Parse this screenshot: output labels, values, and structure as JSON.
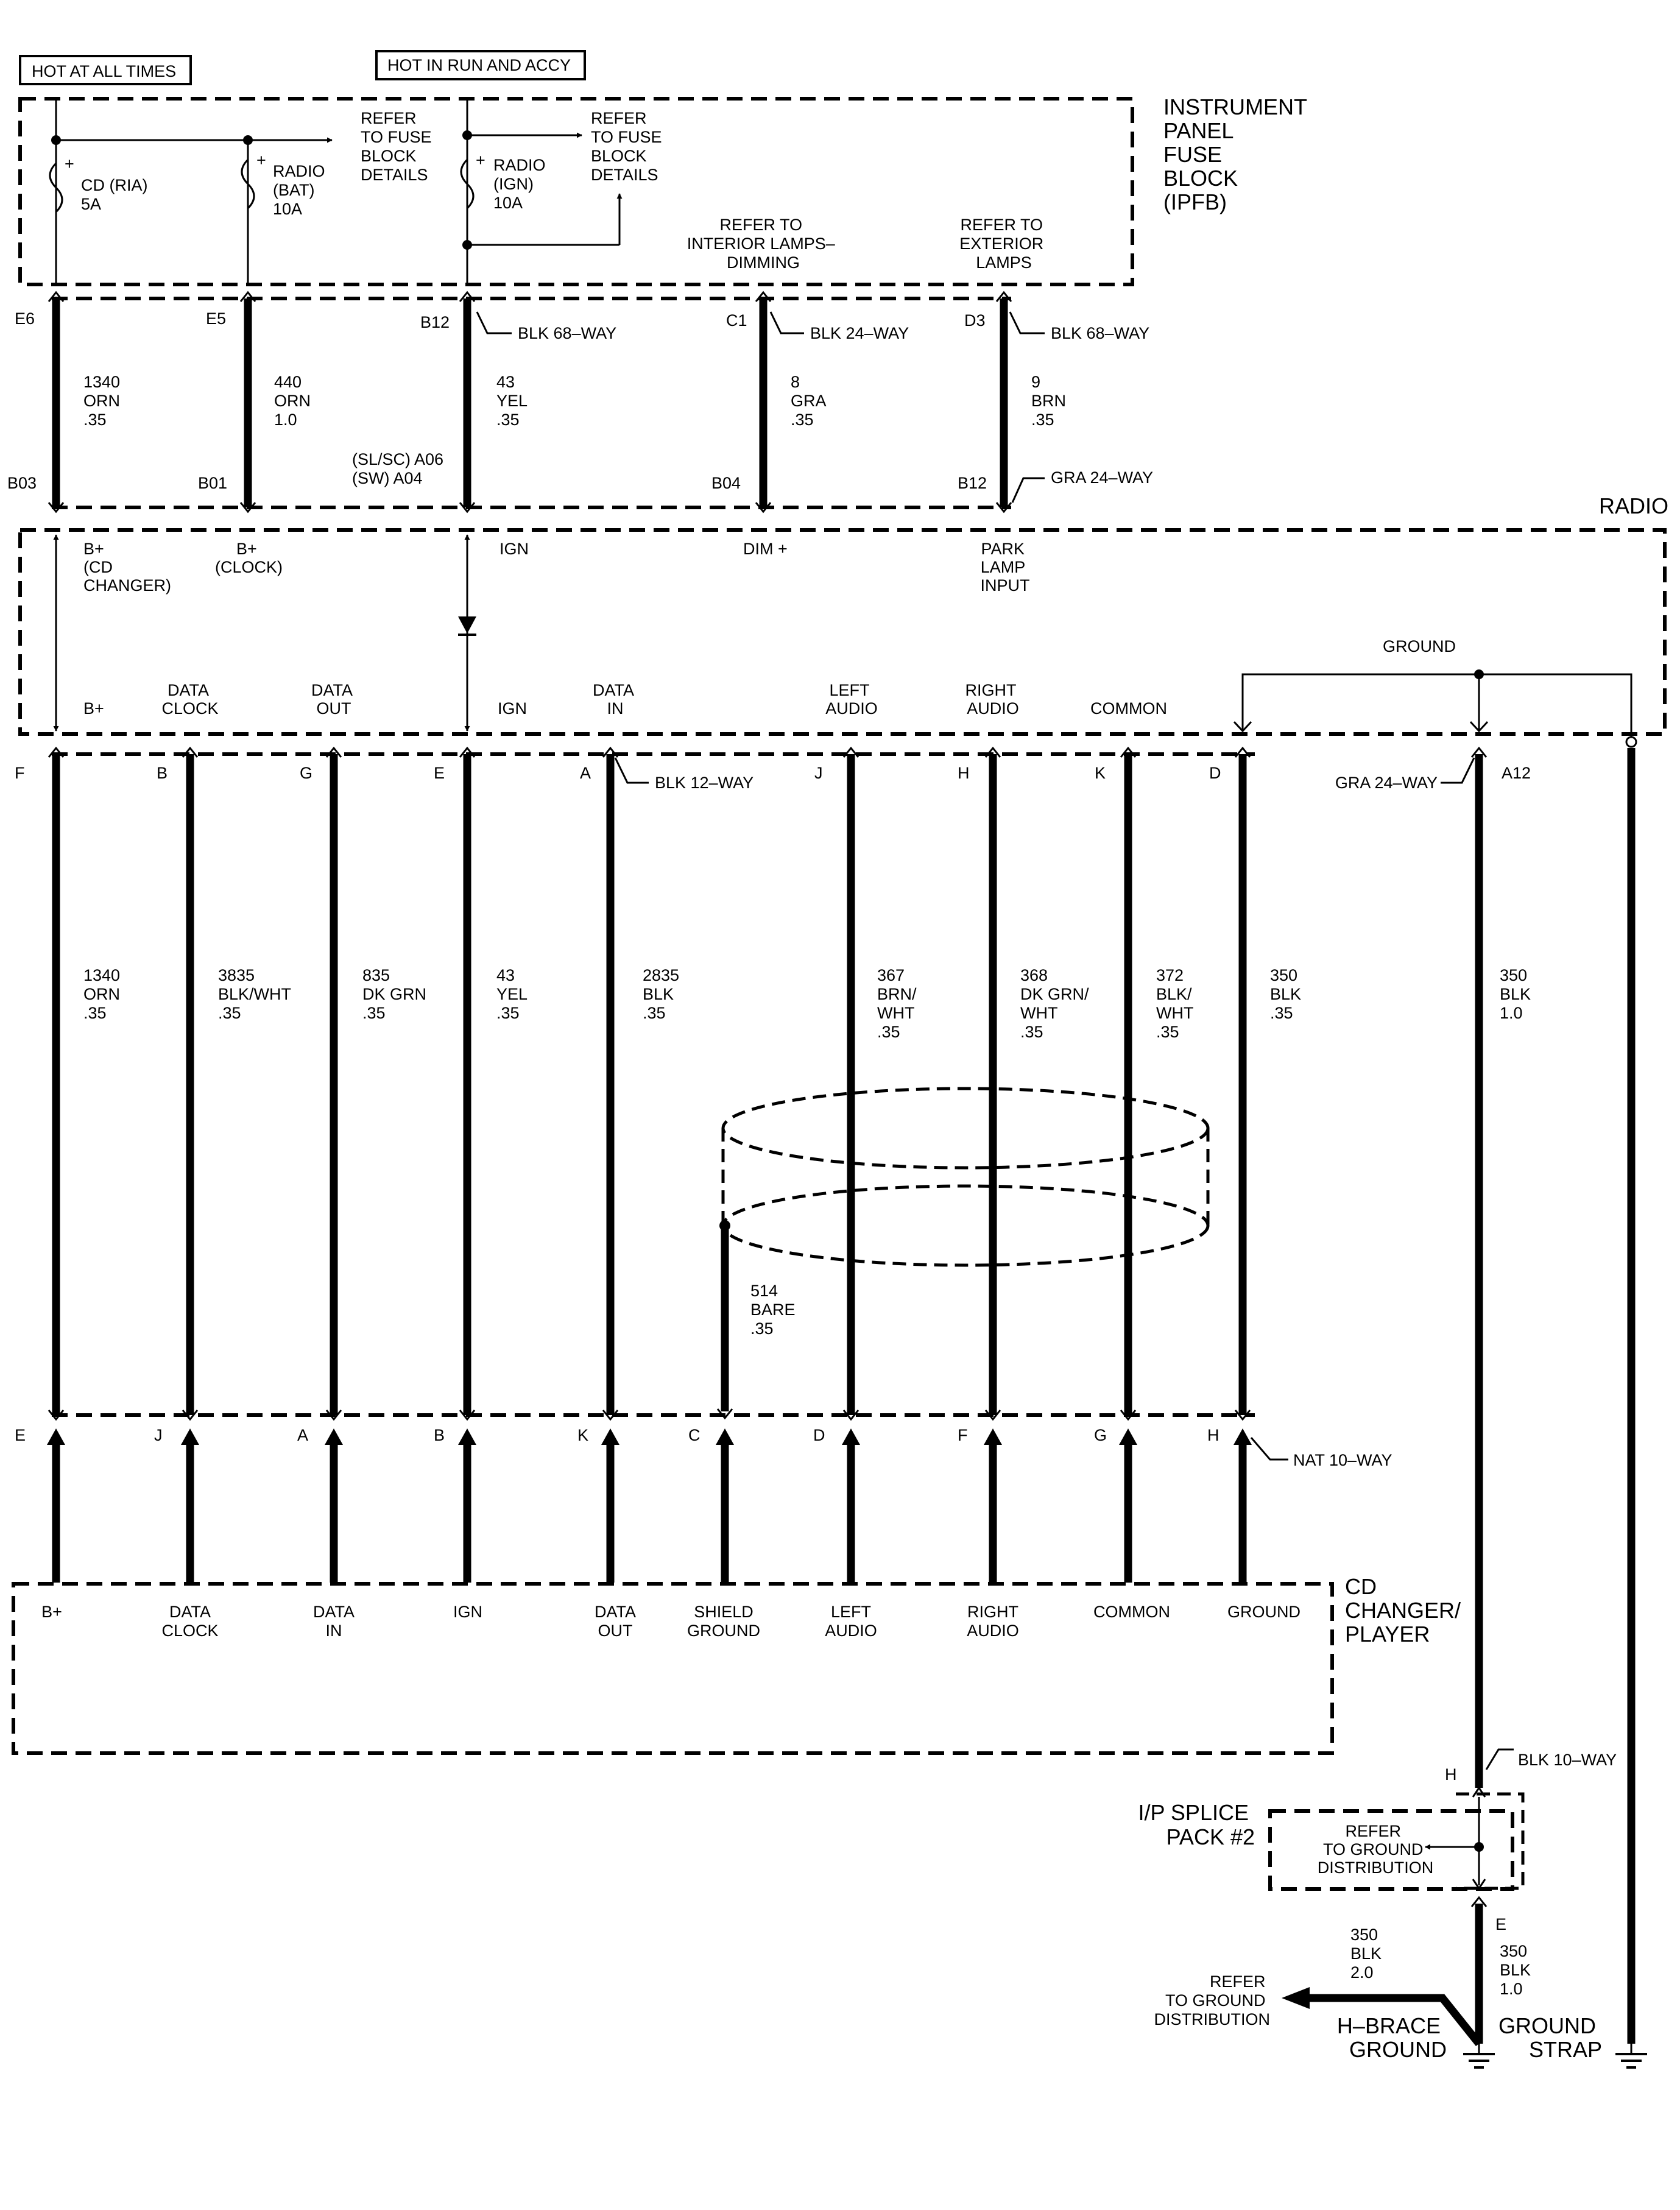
{
  "boxes": {
    "hot_at_all_times": "HOT AT ALL TIMES",
    "hot_in_run_accy": "HOT IN RUN AND ACCY"
  },
  "ipfb": {
    "title_lines": [
      "INSTRUMENT",
      "PANEL",
      "FUSE",
      "BLOCK",
      "(IPFB)"
    ],
    "fuses": [
      {
        "lines": [
          "CD (RIA)",
          "5A"
        ]
      },
      {
        "lines": [
          "RADIO",
          "(BAT)",
          "10A"
        ]
      },
      {
        "lines": [
          "RADIO",
          "(IGN)",
          "10A"
        ]
      }
    ],
    "refer_fuse_1": [
      "REFER",
      "TO FUSE",
      "BLOCK",
      "DETAILS"
    ],
    "refer_fuse_2": [
      "REFER",
      "TO FUSE",
      "BLOCK",
      "DETAILS"
    ],
    "refer_interior": [
      "REFER TO",
      "INTERIOR LAMPS–",
      "DIMMING"
    ],
    "refer_exterior": [
      "REFER TO",
      "EXTERIOR",
      "LAMPS"
    ]
  },
  "upper_connectors": {
    "top_pins": [
      "E6",
      "E5",
      "B12",
      "C1",
      "D3"
    ],
    "bottom_pins": [
      "B03",
      "B01",
      "",
      "B04",
      "B12"
    ],
    "pin_a_lines": [
      "(SL/SC) A06",
      "(SW) A04"
    ],
    "conn_labels": [
      "BLK 68–WAY",
      "BLK 24–WAY",
      "BLK 68–WAY",
      "GRA 24–WAY"
    ]
  },
  "upper_wires": [
    {
      "lines": [
        "1340",
        "ORN",
        ".35"
      ]
    },
    {
      "lines": [
        "440",
        "ORN",
        "1.0"
      ]
    },
    {
      "lines": [
        "43",
        "YEL",
        ".35"
      ]
    },
    {
      "lines": [
        "8",
        "GRA",
        ".35"
      ]
    },
    {
      "lines": [
        "9",
        "BRN",
        ".35"
      ]
    }
  ],
  "radio": {
    "title": "RADIO",
    "upper_labels": [
      {
        "lines": [
          "B+",
          "(CD",
          "CHANGER)"
        ]
      },
      {
        "lines": [
          "B+",
          "(CLOCK)"
        ]
      },
      {
        "lines": [
          "IGN"
        ]
      },
      {
        "lines": [
          "DIM +"
        ]
      },
      {
        "lines": [
          "PARK",
          "LAMP",
          "INPUT"
        ]
      }
    ],
    "lower_labels": [
      {
        "lines": [
          "B+"
        ]
      },
      {
        "lines": [
          "DATA",
          "CLOCK"
        ]
      },
      {
        "lines": [
          "DATA",
          "OUT"
        ]
      },
      {
        "lines": [
          "IGN"
        ]
      },
      {
        "lines": [
          "DATA",
          "IN"
        ]
      },
      {
        "lines": [
          "LEFT",
          "AUDIO"
        ]
      },
      {
        "lines": [
          "RIGHT",
          "AUDIO"
        ]
      },
      {
        "lines": [
          "COMMON"
        ]
      }
    ],
    "ground_label": "GROUND"
  },
  "radio_connector": {
    "pins": [
      "F",
      "B",
      "G",
      "E",
      "A",
      "J",
      "H",
      "K",
      "D"
    ],
    "label": "BLK 12–WAY",
    "gra_label": "GRA 24–WAY",
    "gra_pin": "A12"
  },
  "lower_wires": [
    {
      "lines": [
        "1340",
        "ORN",
        ".35"
      ]
    },
    {
      "lines": [
        "3835",
        "BLK/WHT",
        ".35"
      ]
    },
    {
      "lines": [
        "835",
        "DK GRN",
        ".35"
      ]
    },
    {
      "lines": [
        "43",
        "YEL",
        ".35"
      ]
    },
    {
      "lines": [
        "2835",
        "BLK",
        ".35"
      ]
    },
    {
      "lines": [
        "367",
        "BRN/",
        "WHT",
        ".35"
      ]
    },
    {
      "lines": [
        "368",
        "DK GRN/",
        "WHT",
        ".35"
      ]
    },
    {
      "lines": [
        "372",
        "BLK/",
        "WHT",
        ".35"
      ]
    },
    {
      "lines": [
        "350",
        "BLK",
        ".35"
      ]
    },
    {
      "lines": [
        "350",
        "BLK",
        "1.0"
      ]
    }
  ],
  "shield_wire": {
    "lines": [
      "514",
      "BARE",
      ".35"
    ]
  },
  "cd_connector": {
    "pins": [
      "E",
      "J",
      "A",
      "B",
      "K",
      "C",
      "D",
      "F",
      "G",
      "H"
    ],
    "label": "NAT 10–WAY"
  },
  "cd_changer": {
    "title_lines": [
      "CD",
      "CHANGER/",
      "PLAYER"
    ],
    "labels": [
      {
        "lines": [
          "B+"
        ]
      },
      {
        "lines": [
          "DATA",
          "CLOCK"
        ]
      },
      {
        "lines": [
          "DATA",
          "IN"
        ]
      },
      {
        "lines": [
          "IGN"
        ]
      },
      {
        "lines": [
          "DATA",
          "OUT"
        ]
      },
      {
        "lines": [
          "SHIELD",
          "GROUND"
        ]
      },
      {
        "lines": [
          "LEFT",
          "AUDIO"
        ]
      },
      {
        "lines": [
          "RIGHT",
          "AUDIO"
        ]
      },
      {
        "lines": [
          "COMMON"
        ]
      },
      {
        "lines": [
          "GROUND"
        ]
      }
    ]
  },
  "splice": {
    "connector_label": "BLK 10–WAY",
    "pin_top": "H",
    "pin_bottom": "E",
    "title_lines": [
      "I/P SPLICE",
      "PACK #2"
    ],
    "refer_lines": [
      "REFER",
      "TO GROUND",
      "DISTRIBUTION"
    ]
  },
  "grounds": {
    "wire_a": {
      "lines": [
        "350",
        "BLK",
        "2.0"
      ]
    },
    "wire_b": {
      "lines": [
        "350",
        "BLK",
        "1.0"
      ]
    },
    "refer_lines": [
      "REFER",
      "TO GROUND",
      "DISTRIBUTION"
    ],
    "hbrace_lines": [
      "H–BRACE",
      "GROUND"
    ],
    "strap_lines": [
      "GROUND",
      "STRAP"
    ]
  }
}
